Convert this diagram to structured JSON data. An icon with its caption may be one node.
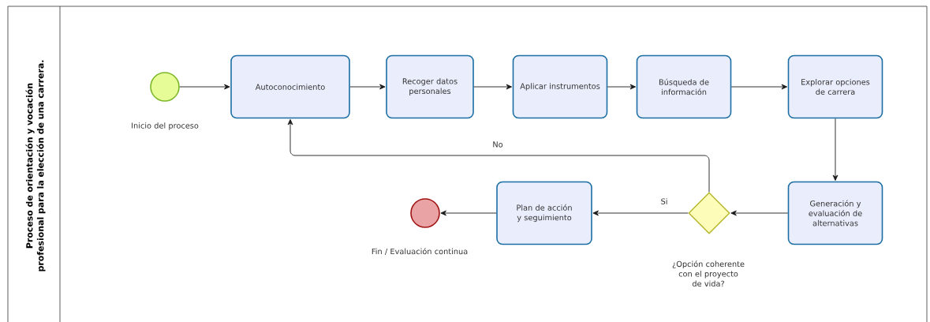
{
  "diagram": {
    "nodes": [
      {
        "text": [
          "Proceso de orientación y vocación profesional para la elección de una carrera."
        ]
      },
      {
        "text": [],
        "shape": "circle",
        "beside": [
          "Inicio del proceso"
        ],
        "in": 0
      },
      {
        "text": [
          "Autoconocimiento"
        ],
        "in": 0
      },
      {
        "text": [
          "Recoger datos personales"
        ],
        "in": 0
      },
      {
        "text": [
          "Aplicar instrumentos"
        ],
        "in": 0
      },
      {
        "text": [
          "Búsqueda de información"
        ],
        "in": 0
      },
      {
        "text": [
          "Explorar opciones de carrera"
        ],
        "in": 0
      },
      {
        "text": [
          "Generación y evaluación de alternativas"
        ],
        "in": 0
      },
      {
        "text": [],
        "shape": "diamond",
        "beside": [
          "¿Opción coherente con el proyecto de vida?"
        ],
        "in": 0
      },
      {
        "text": [
          "Plan de acción y seguimiento"
        ],
        "in": 0
      },
      {
        "text": [],
        "shape": "circle",
        "beside": [
          "Fin / Evaluación continua"
        ],
        "in": 0
      }
    ],
    "edges": [
      {
        "from": 1,
        "to": 2,
        "arrow": "to"
      },
      {
        "from": 2,
        "to": 3,
        "arrow": "to"
      },
      {
        "from": 3,
        "to": 4,
        "arrow": "to"
      },
      {
        "from": 4,
        "to": 5,
        "arrow": "to"
      },
      {
        "from": 5,
        "to": 6,
        "arrow": "to"
      },
      {
        "from": 6,
        "to": 7,
        "arrow": "to"
      },
      {
        "from": 7,
        "to": 8,
        "arrow": "to"
      },
      {
        "from": 8,
        "to": 9,
        "arrow": "to",
        "label": "Si"
      },
      {
        "from": 8,
        "to": 2,
        "arrow": "to",
        "label": "No"
      },
      {
        "from": 9,
        "to": 10,
        "arrow": "to"
      }
    ]
  }
}
